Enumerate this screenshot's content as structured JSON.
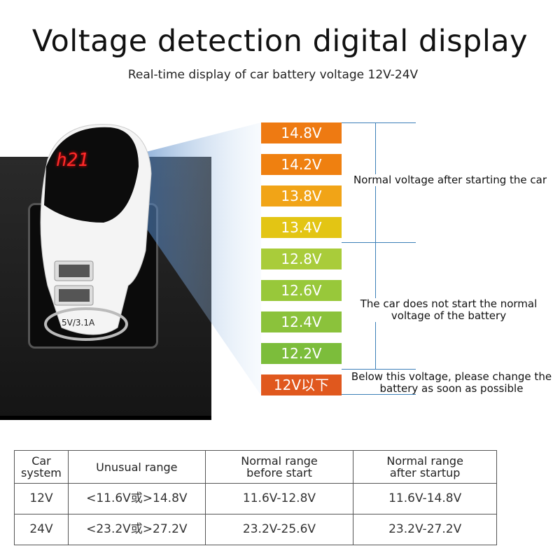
{
  "title": "Voltage detection digital display",
  "subtitle": "Real-time display of car battery voltage 12V-24V",
  "product": {
    "display_reading": "h21",
    "rating": "5V/3.1A"
  },
  "voltage_levels": [
    {
      "label": "14.8V",
      "color": "#ee7a12"
    },
    {
      "label": "14.2V",
      "color": "#ef8010"
    },
    {
      "label": "13.8V",
      "color": "#f1a417"
    },
    {
      "label": "13.4V",
      "color": "#e3c514"
    },
    {
      "label": "12.8V",
      "color": "#a9cc3a"
    },
    {
      "label": "12.6V",
      "color": "#98c83a"
    },
    {
      "label": "12.4V",
      "color": "#8bc23b"
    },
    {
      "label": "12.2V",
      "color": "#7cbd3b"
    },
    {
      "label": "12V以下",
      "color": "#e0581e"
    }
  ],
  "annotations": {
    "after_start": "Normal voltage after starting the car",
    "not_started_1": "The car does not start the normal",
    "not_started_2": "voltage of the battery",
    "below_1": "Below this voltage, please change the",
    "below_2": "battery as soon as possible"
  },
  "table": {
    "headers": [
      "Car\nsystem",
      "Unusual range",
      "Normal range\nbefore start",
      "Normal range\nafter startup"
    ],
    "header_lines": [
      [
        "Car",
        "system"
      ],
      [
        "Unusual range"
      ],
      [
        "Normal range",
        "before start"
      ],
      [
        "Normal range",
        "after startup"
      ]
    ],
    "rows": [
      [
        "12V",
        "<11.6V或>14.8V",
        "11.6V-12.8V",
        "11.6V-14.8V"
      ],
      [
        "24V",
        "<23.2V或>27.2V",
        "23.2V-25.6V",
        "23.2V-27.2V"
      ]
    ]
  }
}
